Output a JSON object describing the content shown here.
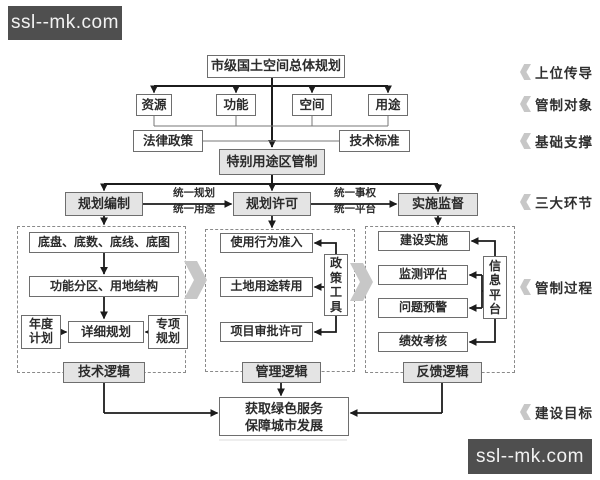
{
  "watermarks": {
    "top": "ssl--mk.com",
    "bottom": "ssl--mk.com"
  },
  "colors": {
    "box_border": "#6e6e6e",
    "gray_fill": "#e4e4e4",
    "line": "#1c1c1c",
    "block_arrow": "#c7c7c7",
    "watermark_bg": "#4f4f4f"
  },
  "diagram": {
    "master": "市级国土空间总体规划",
    "objects": [
      "资源",
      "功能",
      "空间",
      "用途"
    ],
    "supports": {
      "legal": "法律政策",
      "technical": "技术标准"
    },
    "special_zone": "特别用途区管制",
    "stages": {
      "compile": "规划编制",
      "permit": "规划许可",
      "supervise": "实施监督"
    },
    "stage_links": {
      "first": [
        "统一规划",
        "统一用途"
      ],
      "second": [
        "统一事权",
        "统一平台"
      ]
    },
    "tech": {
      "base": "底盘、底数、底线、底图",
      "zoning": "功能分区、用地结构",
      "detail": "详细规划",
      "annual": [
        "年度",
        "计划"
      ],
      "special": [
        "专项",
        "规划"
      ],
      "label": "技术逻辑"
    },
    "manage": {
      "access": "使用行为准入",
      "conversion": "土地用途转用",
      "approval": "项目审批许可",
      "tool": "政策工具",
      "label": "管理逻辑"
    },
    "feedback": {
      "construction": "建设实施",
      "monitoring": "监测评估",
      "warning": "问题预警",
      "assessment": "绩效考核",
      "platform": "信息平台",
      "label": "反馈逻辑"
    },
    "goal": [
      "获取绿色服务",
      "保障城市发展"
    ],
    "side_labels": [
      "上位传导",
      "管制对象",
      "基础支撑",
      "三大环节",
      "管制过程",
      "建设目标"
    ]
  }
}
